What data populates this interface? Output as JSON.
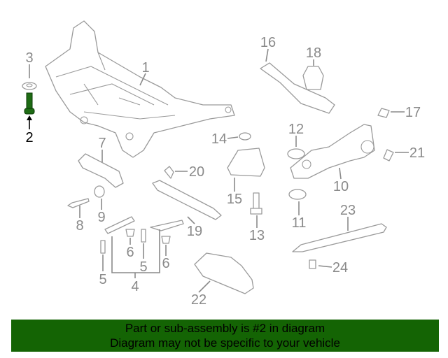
{
  "diagram": {
    "callouts": [
      "1",
      "2",
      "3",
      "4",
      "5",
      "5",
      "6",
      "6",
      "7",
      "8",
      "9",
      "10",
      "11",
      "12",
      "13",
      "14",
      "15",
      "16",
      "17",
      "18",
      "19",
      "20",
      "21",
      "22",
      "23",
      "24"
    ],
    "selected_part": "2",
    "highlight_color": "#1e6b14",
    "line_color": "#9a9a9a"
  },
  "banner": {
    "line1": "Part or sub-assembly is #2 in diagram",
    "line2": "Diagram may not be specific to your vehicle",
    "background": "#146404"
  }
}
